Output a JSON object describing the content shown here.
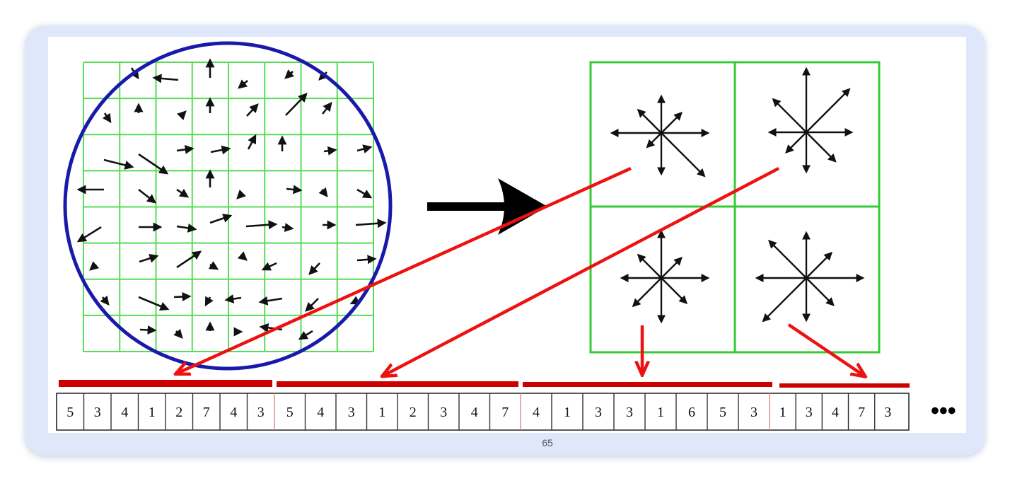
{
  "page_number": "65",
  "ellipsis": "•••",
  "colors": {
    "grid": "#33dd33",
    "circle": "#1a1aaa",
    "arrow": "#111111",
    "mapping_arrow": "#ee1111",
    "bar": "#cc0000",
    "background": "#dfe8fb"
  },
  "descriptor_vector": {
    "groups": [
      {
        "values": [
          "5",
          "3",
          "4",
          "1",
          "2",
          "7",
          "4",
          "3"
        ]
      },
      {
        "values": [
          "5",
          "4",
          "3",
          "1",
          "2",
          "3",
          "4",
          "7"
        ]
      },
      {
        "values": [
          "4",
          "1",
          "3",
          "3",
          "1",
          "6",
          "5",
          "3"
        ]
      },
      {
        "values": [
          "1",
          "3",
          "4",
          "7",
          "3"
        ]
      }
    ]
  },
  "gradient_grid": {
    "rows": 8,
    "cols": 8
  },
  "histogram_grid": {
    "rows": 2,
    "cols": 2,
    "bins_per_cell": 8
  }
}
